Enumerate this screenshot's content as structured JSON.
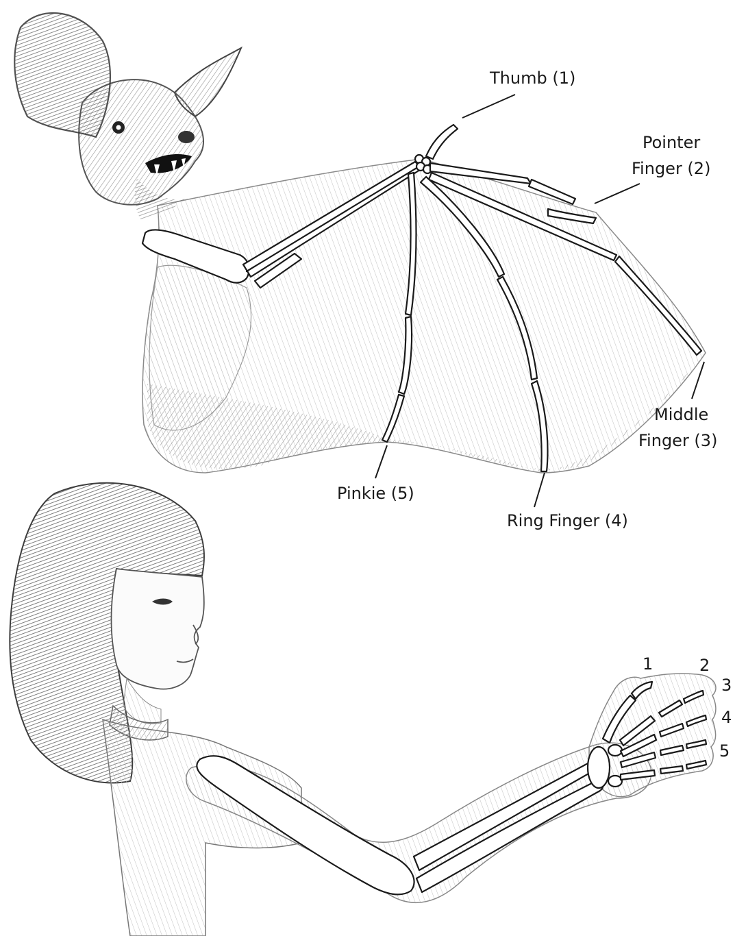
{
  "bat": {
    "labels": {
      "thumb": "Thumb (1)",
      "pointer_line1": "Pointer",
      "pointer_line2": "Finger (2)",
      "middle_line1": "Middle",
      "middle_line2": "Finger (3)",
      "ring": "Ring Finger (4)",
      "pinkie": "Pinkie (5)"
    }
  },
  "human": {
    "finger_numbers": [
      "1",
      "2",
      "3",
      "4",
      "5"
    ]
  },
  "colors": {
    "ink": "#1a1a1a",
    "pencil_dark": "#555555",
    "pencil_mid": "#8a8a8a",
    "pencil_light": "#c8c8c8",
    "bone": "#ffffff"
  }
}
